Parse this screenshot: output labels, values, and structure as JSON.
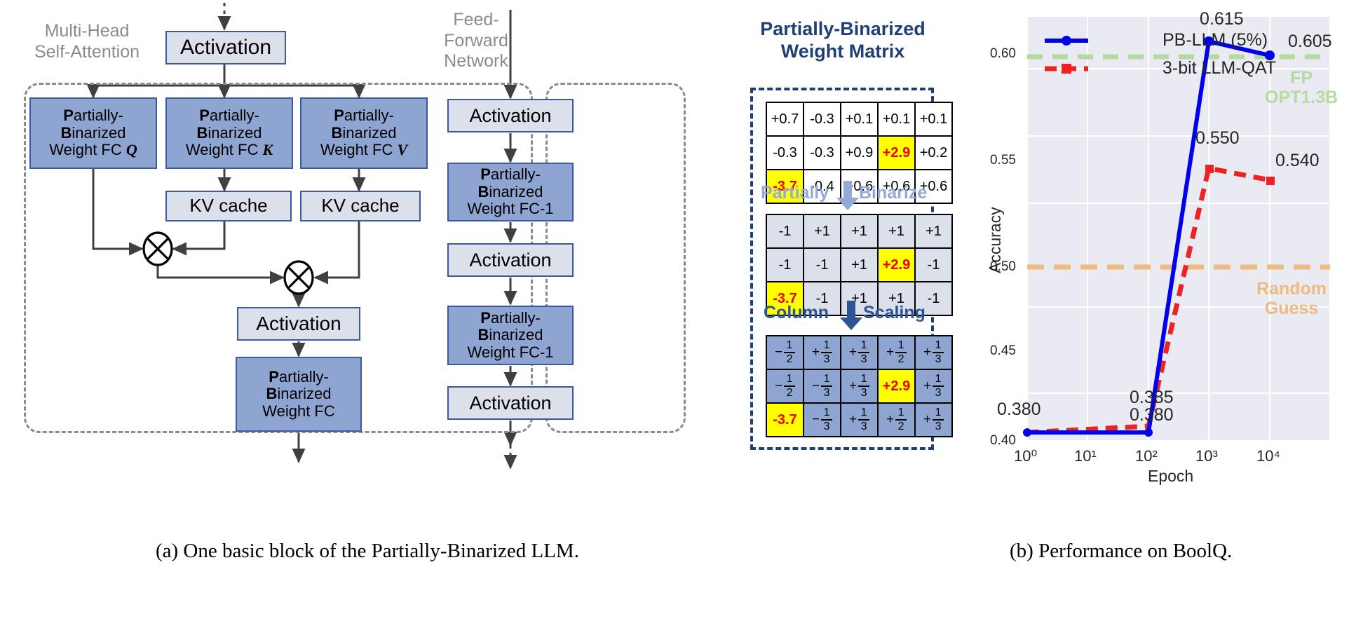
{
  "figure": {
    "caption_a": "(a) One basic block of the Partially-Binarized LLM.",
    "caption_b": "(b) Performance on BoolQ."
  },
  "attention": {
    "group_label_line1": "Multi-Head",
    "group_label_line2": "Self-Attention",
    "top_activation": "Activation",
    "fc_q": {
      "l1": "P",
      "l1b": "artially-",
      "l2": "B",
      "l2b": "inarized",
      "l3": "Weight FC ",
      "l3b": "Q"
    },
    "fc_k": {
      "l1": "P",
      "l1b": "artially-",
      "l2": "B",
      "l2b": "inarized",
      "l3": "Weight FC ",
      "l3b": "K"
    },
    "fc_v": {
      "l1": "P",
      "l1b": "artially-",
      "l2": "B",
      "l2b": "inarized",
      "l3": "Weight FC ",
      "l3b": "V"
    },
    "kv_cache_1": "KV cache",
    "kv_cache_2": "KV cache",
    "mid_activation": "Activation",
    "out_fc": {
      "l1": "P",
      "l1b": "artially-",
      "l2": "B",
      "l2b": "inarized",
      "l3": "Weight FC"
    }
  },
  "ffn": {
    "group_label_line1": "Feed-",
    "group_label_line2": "Forward",
    "group_label_line3": "Network",
    "activation_1": "Activation",
    "fc1": {
      "l1": "P",
      "l1b": "artially-",
      "l2": "B",
      "l2b": "inarized",
      "l3": "Weight FC-1"
    },
    "activation_2": "Activation",
    "fc2": {
      "l1": "P",
      "l1b": "artially-",
      "l2": "B",
      "l2b": "inarized",
      "l3": "Weight FC-1"
    },
    "activation_3": "Activation"
  },
  "matrix_panel": {
    "title_line1": "Partially-Binarized",
    "title_line2": "Weight Matrix",
    "step_partially": "Partially",
    "step_binarize": "Binarize",
    "step_column": "Column",
    "step_scaling": "Scaling",
    "original": [
      [
        "+0.7",
        "-0.3",
        "+0.1",
        "+0.1",
        "+0.1"
      ],
      [
        "-0.3",
        "-0.3",
        "+0.9",
        "+2.9",
        "+0.2"
      ],
      [
        "-3.7",
        "-0.4",
        "+0.6",
        "+0.6",
        "+0.6"
      ]
    ],
    "original_highlight": [
      [
        0,
        0,
        0,
        0,
        0
      ],
      [
        0,
        0,
        0,
        1,
        0
      ],
      [
        1,
        0,
        0,
        0,
        0
      ]
    ],
    "binarized": [
      [
        "-1",
        "+1",
        "+1",
        "+1",
        "+1"
      ],
      [
        "-1",
        "-1",
        "+1",
        "+2.9",
        "-1"
      ],
      [
        "-3.7",
        "-1",
        "+1",
        "+1",
        "-1"
      ]
    ],
    "binarized_highlight": [
      [
        0,
        0,
        0,
        0,
        0
      ],
      [
        0,
        0,
        0,
        1,
        0
      ],
      [
        1,
        0,
        0,
        0,
        0
      ]
    ],
    "scaled": [
      [
        {
          "sign": "−",
          "num": "1",
          "den": "2"
        },
        {
          "sign": "+",
          "num": "1",
          "den": "3"
        },
        {
          "sign": "+",
          "num": "1",
          "den": "3"
        },
        {
          "sign": "+",
          "num": "1",
          "den": "2"
        },
        {
          "sign": "+",
          "num": "1",
          "den": "3"
        }
      ],
      [
        {
          "sign": "−",
          "num": "1",
          "den": "2"
        },
        {
          "sign": "−",
          "num": "1",
          "den": "3"
        },
        {
          "sign": "+",
          "num": "1",
          "den": "3"
        },
        {
          "text": "+2.9",
          "hl": true
        },
        {
          "sign": "+",
          "num": "1",
          "den": "3"
        }
      ],
      [
        {
          "text": "-3.7",
          "hl": true
        },
        {
          "sign": "−",
          "num": "1",
          "den": "3"
        },
        {
          "sign": "+",
          "num": "1",
          "den": "3"
        },
        {
          "sign": "+",
          "num": "1",
          "den": "2"
        },
        {
          "sign": "+",
          "num": "1",
          "den": "3"
        }
      ]
    ]
  },
  "chart_data": {
    "type": "line",
    "title": "",
    "xlabel": "Epoch",
    "ylabel": "Accuracy",
    "xscale": "log",
    "xlim": [
      1,
      20000
    ],
    "ylim": [
      0.372,
      0.627
    ],
    "xticks": [
      "10⁰",
      "10¹",
      "10²",
      "10³",
      "10⁴"
    ],
    "xtick_values": [
      1,
      10,
      100,
      1000,
      10000
    ],
    "yticks": [
      "0.40",
      "0.45",
      "0.50",
      "0.55",
      "0.60"
    ],
    "ytick_values": [
      0.4,
      0.45,
      0.5,
      0.55,
      0.6
    ],
    "grid": true,
    "legend_position": "upper left",
    "series": [
      {
        "name": "PB-LLM (5%)",
        "color": "#0000ee",
        "style": "solid",
        "marker": "circle",
        "x": [
          1,
          100,
          1000,
          10000
        ],
        "y": [
          0.38,
          0.38,
          0.615,
          0.605
        ],
        "point_labels": [
          "0.380",
          "0.380",
          "0.615",
          "0.605"
        ]
      },
      {
        "name": "3-bit LLM-QAT",
        "color": "#ee2222",
        "style": "dashed",
        "marker": "square",
        "x": [
          1,
          100,
          1000,
          10000
        ],
        "y": [
          0.38,
          0.385,
          0.55,
          0.54
        ],
        "point_labels": [
          "0.380",
          "0.385",
          "0.550",
          "0.540"
        ]
      }
    ],
    "hlines": [
      {
        "name": "FP OPT1.3B",
        "value": 0.606,
        "color": "#b5dba0",
        "style": "dashed",
        "label_line1": "FP",
        "label_line2": "OPT1.3B"
      },
      {
        "name": "Random Guess",
        "value": 0.5,
        "color": "#eeba7f",
        "style": "dashed",
        "label_line1": "Random",
        "label_line2": "Guess"
      }
    ],
    "annotations": [
      {
        "text": "0.615",
        "series": "PB-LLM (5%)"
      },
      {
        "text": "0.605",
        "series": "PB-LLM (5%)"
      },
      {
        "text": "0.550",
        "series": "3-bit LLM-QAT"
      },
      {
        "text": "0.540",
        "series": "3-bit LLM-QAT"
      },
      {
        "text": "0.380",
        "series": "PB-LLM (5%)"
      },
      {
        "text": "0.385",
        "series": "3-bit LLM-QAT"
      },
      {
        "text": "0.380",
        "series": "PB-LLM (5%)"
      }
    ]
  }
}
